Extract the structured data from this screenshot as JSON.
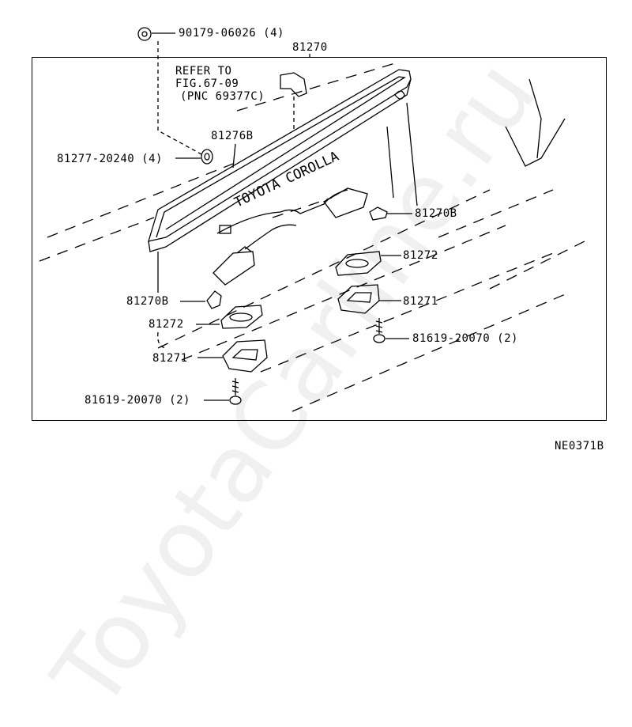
{
  "labels": {
    "p90179": "90179-06026 (4)",
    "p81270": "81270",
    "refer1": "REFER TO",
    "refer2": "FIG.67-09",
    "refer3": "(PNC 69377C)",
    "p81276b": "81276B",
    "p81277": "81277-20240 (4)",
    "p81270b_right": "81270B",
    "p81272_right": "81272",
    "p81271_right": "81271",
    "p81619_right": "81619-20070 (2)",
    "p81270b_left": "81270B",
    "p81272_left": "81272",
    "p81271_left": "81271",
    "p81619_left": "81619-20070 (2)",
    "figure_code": "NE0371B"
  },
  "emblem_text": "TOYOTA COROLLA",
  "watermark": "ToyotaCarline.ru"
}
